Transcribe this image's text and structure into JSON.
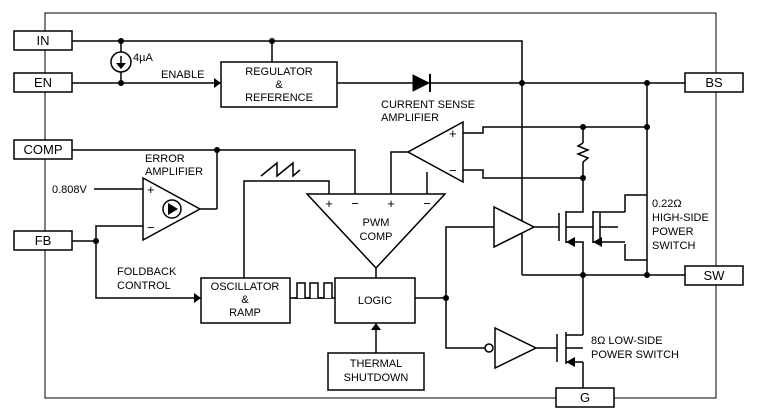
{
  "pins": {
    "in": "IN",
    "en": "EN",
    "comp": "COMP",
    "fb": "FB",
    "bs": "BS",
    "sw": "SW",
    "g": "G"
  },
  "blocks": {
    "regulator_line1": "REGULATOR",
    "regulator_line2": "&",
    "regulator_line3": "REFERENCE",
    "oscillator_line1": "OSCILLATOR",
    "oscillator_line2": "&",
    "oscillator_line3": "RAMP",
    "logic": "LOGIC",
    "thermal_line1": "THERMAL",
    "thermal_line2": "SHUTDOWN",
    "pwm_line1": "PWM",
    "pwm_line2": "COMP"
  },
  "labels": {
    "current_source": "4µA",
    "enable": "ENABLE",
    "csa_line1": "CURRENT SENSE",
    "csa_line2": "AMPLIFIER",
    "ea_line1": "ERROR",
    "ea_line2": "AMPLIFIER",
    "vref": "0.808V",
    "foldback_line1": "FOLDBACK",
    "foldback_line2": "CONTROL",
    "hs_line1": "0.22Ω",
    "hs_line2": "HIGH-SIDE",
    "hs_line3": "POWER",
    "hs_line4": "SWITCH",
    "ls_line1": "8Ω LOW-SIDE",
    "ls_line2": "POWER SWITCH"
  },
  "symbols": {
    "plus": "+",
    "minus": "−"
  }
}
